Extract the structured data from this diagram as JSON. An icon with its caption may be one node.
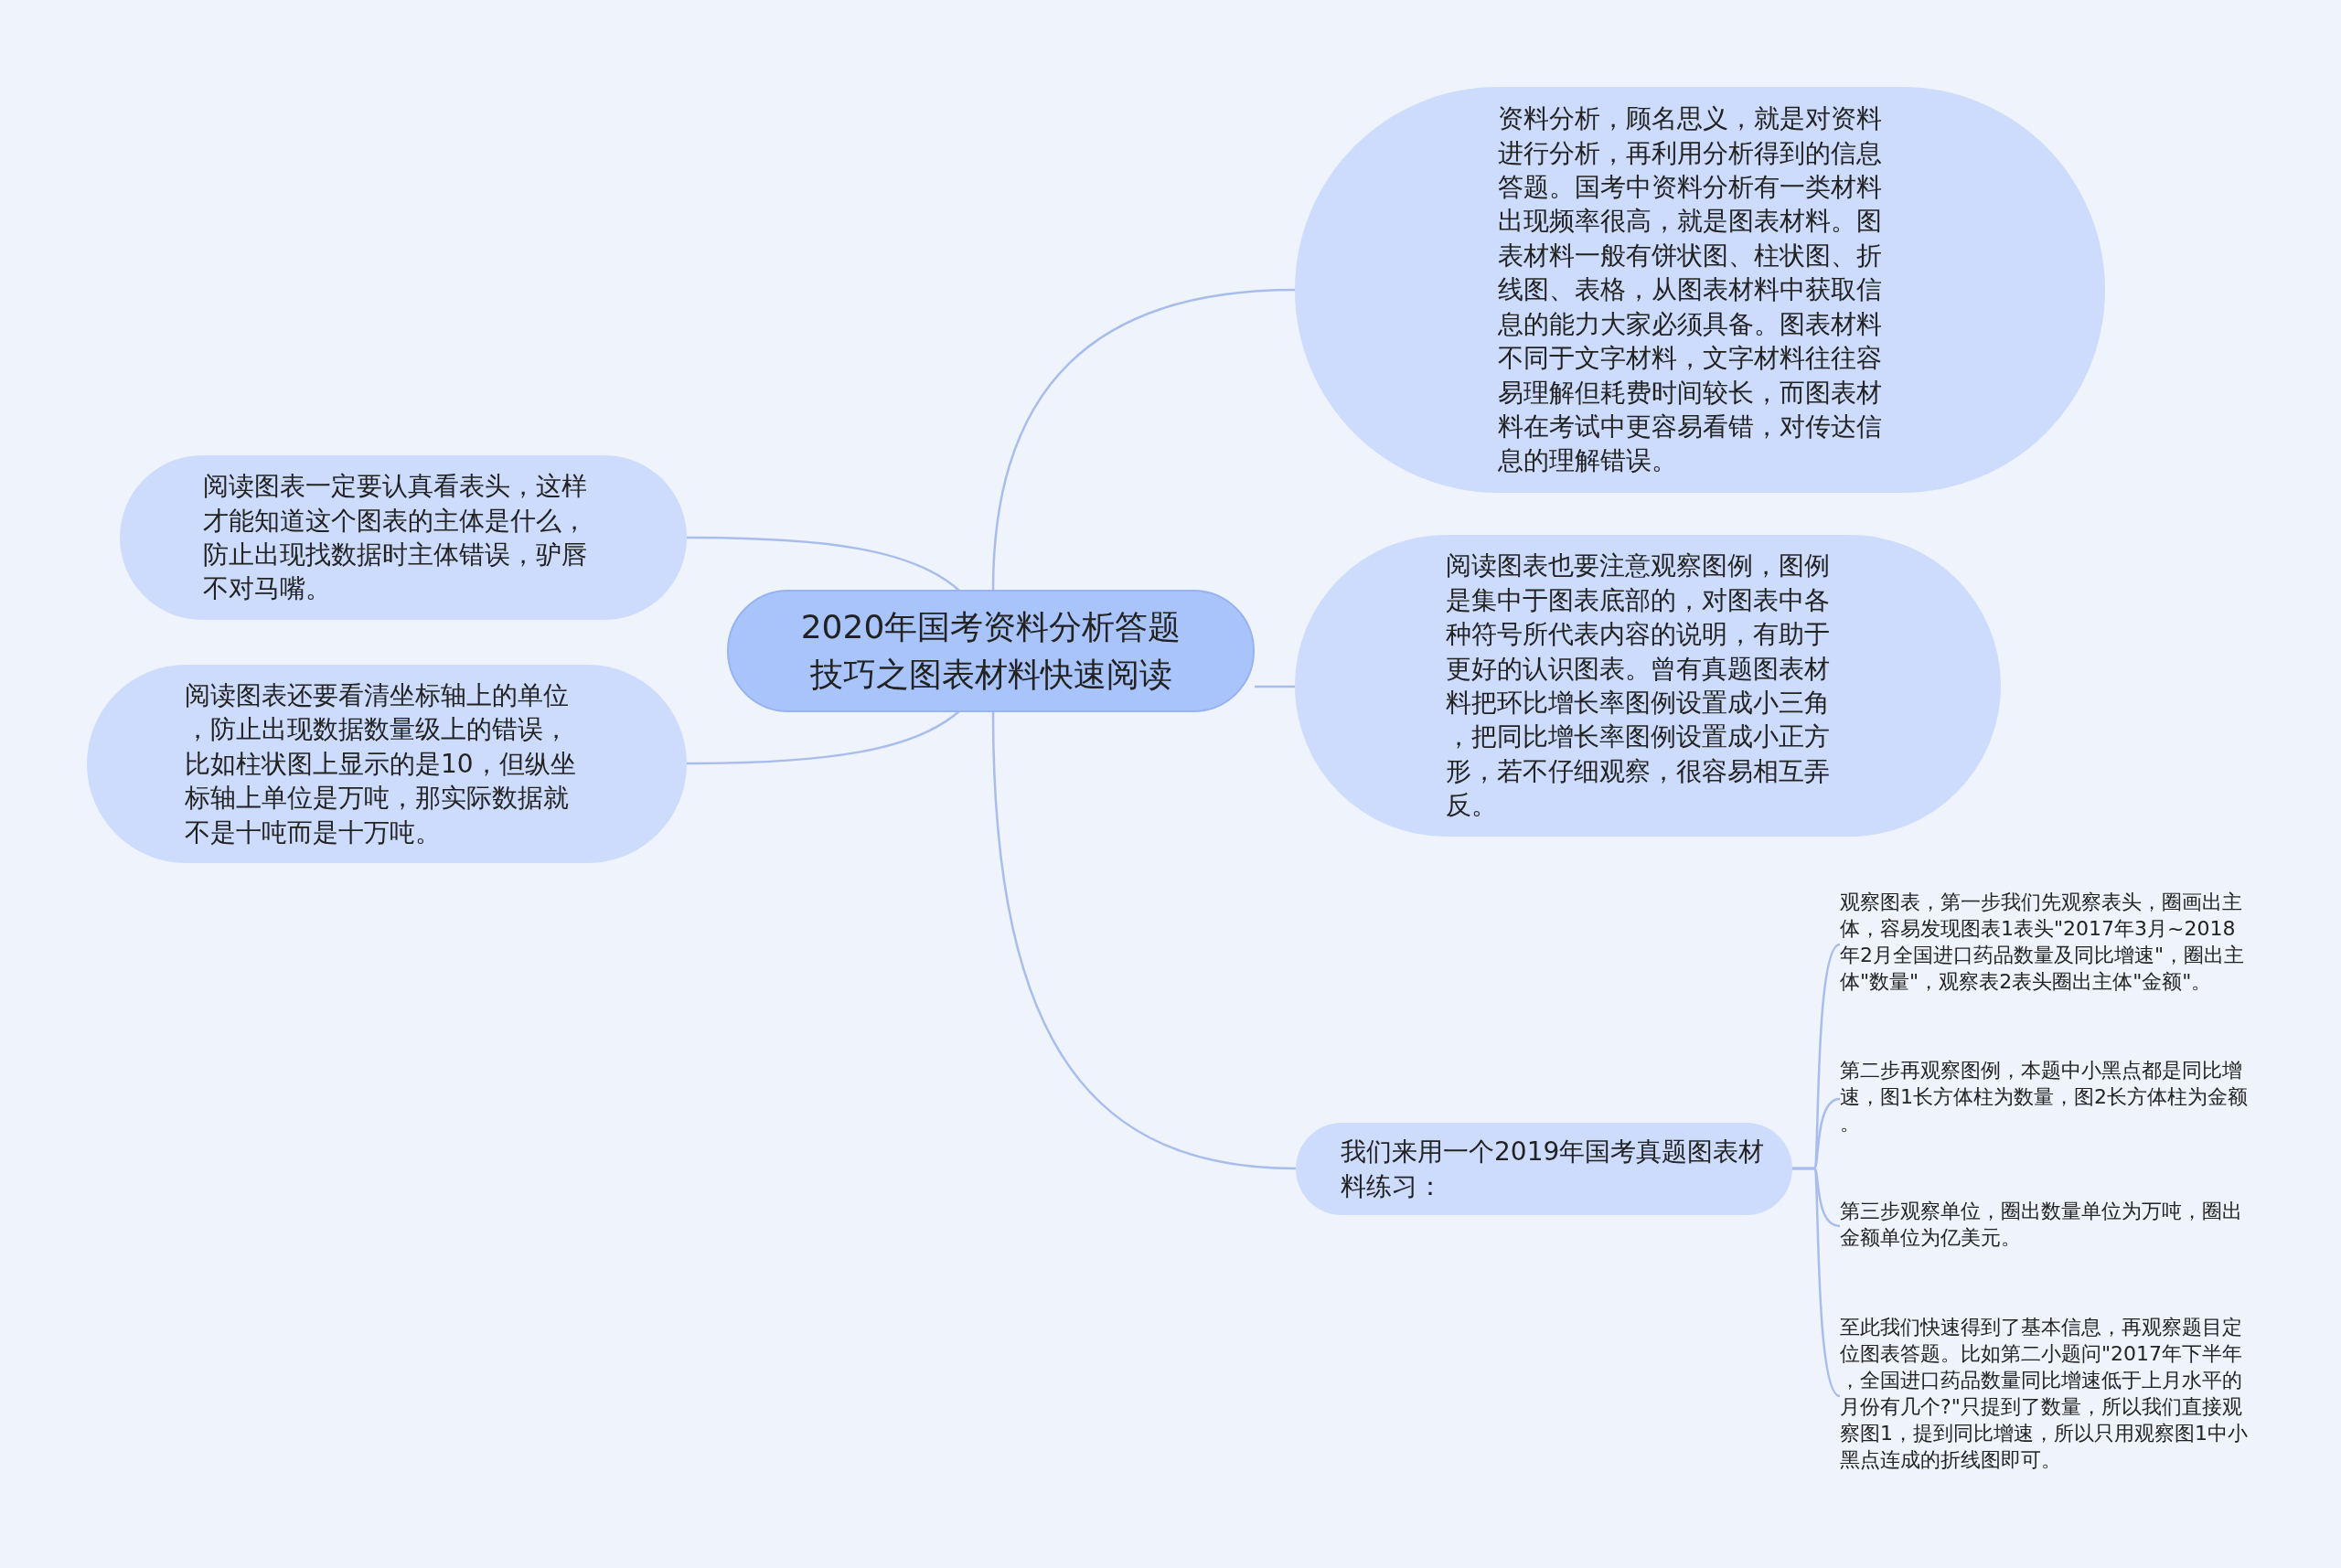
{
  "diagram": {
    "nodes": [
      {
        "text": [
          "2020年国考资料分析答题技巧之图表材料快速阅读"
        ]
      },
      {
        "text": [
          "资料分析，顾名思义，就是对资料进行分析，再利用分析得到的信息答题。国考中资料分析有一类材料出现频率很高，就是图表材料。图表材料一般有饼状图、柱状图、折线图、表格，从图表材料中获取信息的能力大家必须具备。图表材料不同于文字材料，文字材料往往容易理解但耗费时间较长，而图表材料在考试中更容易看错，对传达信息的理解错误。"
        ]
      },
      {
        "text": [
          "阅读图表也要注意观察图例，图例是集中于图表底部的，对图表中各种符号所代表内容的说明，有助于更好的认识图表。曾有真题图表材料把环比增长率图例设置成小三角，把同比增长率图例设置成小正方形，若不仔细观察，很容易相互弄反。"
        ]
      },
      {
        "text": [
          "阅读图表一定要认真看表头，这样才能知道这个图表的主体是什么，防止出现找数据时主体错误，驴唇不对马嘴。"
        ]
      },
      {
        "text": [
          "阅读图表还要看清坐标轴上的单位，防止出现数据数量级上的错误，比如柱状图上显示的是10，但纵坐标轴上单位是万吨，那实际数据就不是十吨而是十万吨。"
        ]
      },
      {
        "text": [
          "我们来用一个2019年国考真题图表材料练习："
        ]
      },
      {
        "text": [
          "观察图表，第一步我们先观察表头，圈画出主体，容易发现图表1表头\"2017年3月~2018年2月全国进口药品数量及同比增速\"，圈出主体\"数量\"，观察表2表头圈出主体\"金额\"。"
        ]
      },
      {
        "text": [
          "第二步再观察图例，本题中小黑点都是同比增速，图1长方体柱为数量，图2长方体柱为金额。"
        ]
      },
      {
        "text": [
          "第三步观察单位，圈出数量单位为万吨，圈出金额单位为亿美元。"
        ]
      },
      {
        "text": [
          "至此我们快速得到了基本信息，再观察题目定位图表答题。比如第二小题问\"2017年下半年，全国进口药品数量同比增速低于上月水平的月份有几个?\"只提到了数量，所以我们直接观察图1，提到同比增速，所以只用观察图1中小黑点连成的折线图即可。"
        ]
      }
    ],
    "edges": [
      {
        "from": 0,
        "to": 1,
        "arrow": "none"
      },
      {
        "from": 0,
        "to": 2,
        "arrow": "none"
      },
      {
        "from": 0,
        "to": 3,
        "arrow": "none"
      },
      {
        "from": 0,
        "to": 4,
        "arrow": "none"
      },
      {
        "from": 0,
        "to": 5,
        "arrow": "none"
      },
      {
        "from": 5,
        "to": 6,
        "arrow": "none"
      },
      {
        "from": 5,
        "to": 7,
        "arrow": "none"
      },
      {
        "from": 5,
        "to": 8,
        "arrow": "none"
      },
      {
        "from": 5,
        "to": 9,
        "arrow": "none"
      }
    ]
  }
}
